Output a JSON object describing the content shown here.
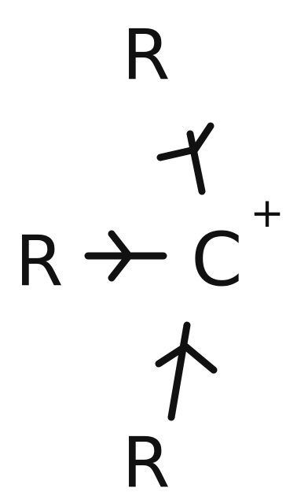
{
  "diagram": {
    "central_atom": "C",
    "charge": "+",
    "substituents": [
      "R",
      "R",
      "R"
    ]
  },
  "colors": {
    "ink": "#111111",
    "background": "#ffffff"
  }
}
